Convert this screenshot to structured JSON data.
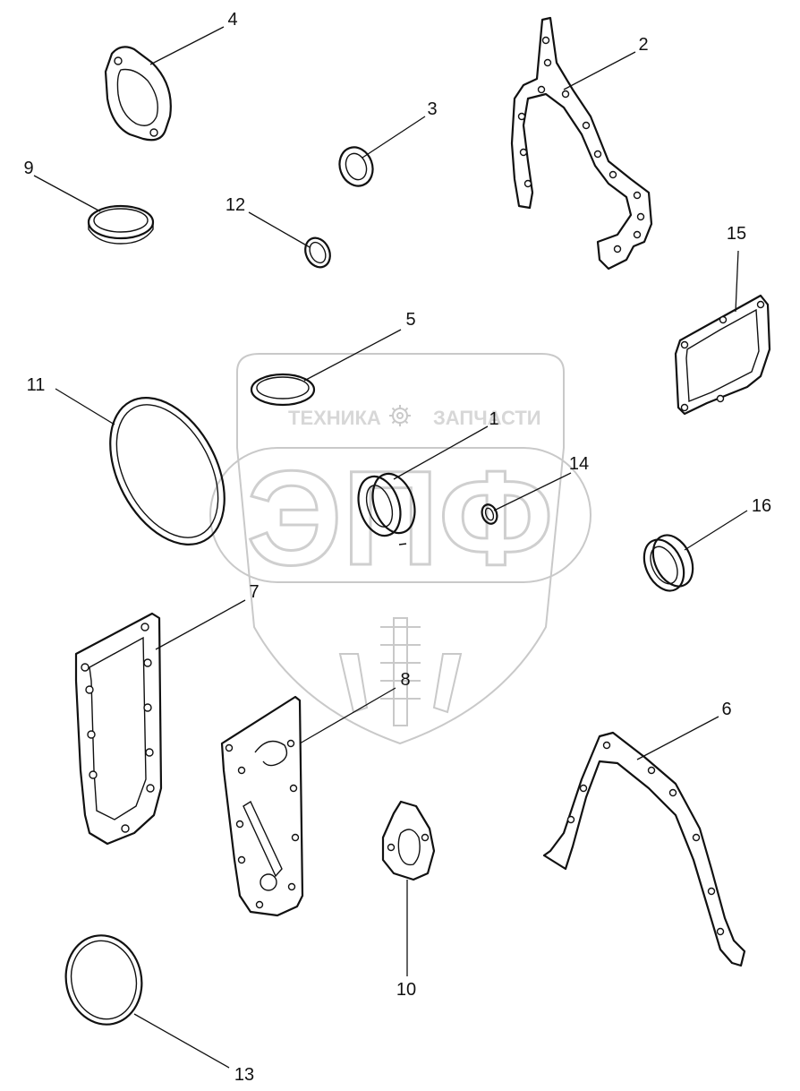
{
  "watermark": {
    "left_text": "ТЕХНИКА",
    "right_text": "ЗАПЧАСТИ",
    "logo_text": "ЭПФ",
    "gear_icon": "gear-icon"
  },
  "callouts": [
    "1",
    "2",
    "3",
    "4",
    "5",
    "6",
    "7",
    "8",
    "9",
    "10",
    "11",
    "12",
    "13",
    "14",
    "15",
    "16"
  ]
}
